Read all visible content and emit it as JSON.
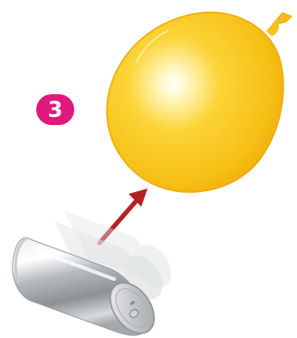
{
  "step": {
    "number": "3",
    "badge_color": "#e0197d"
  },
  "illustration": {
    "balloon_icon": "yellow-balloon",
    "balloon_color": "#f7c51d",
    "arrow_icon": "red-arrow-up-right",
    "arrow_color": "#b61f24",
    "can_icon": "aluminum-soda-can-rolling"
  }
}
